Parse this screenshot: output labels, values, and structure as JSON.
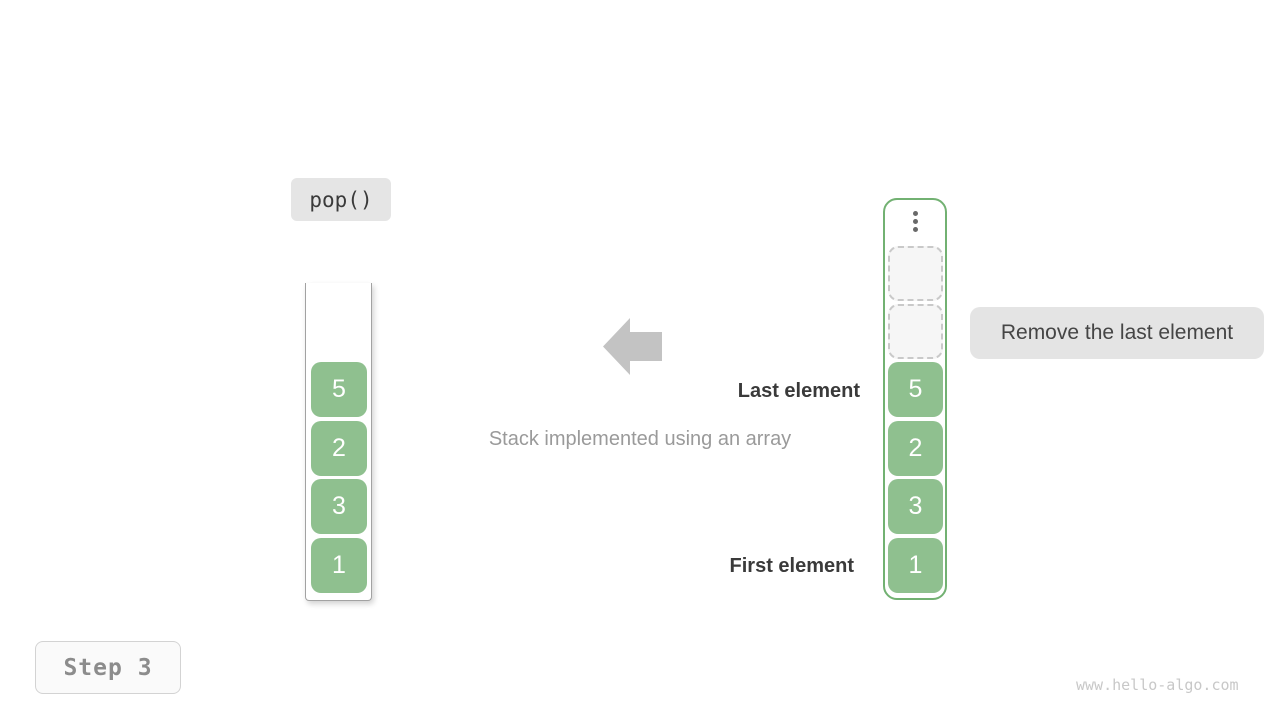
{
  "operation": {
    "label": "pop()"
  },
  "step": {
    "label": "Step 3"
  },
  "watermark": {
    "text": "www.hello-algo.com"
  },
  "stack_view": {
    "kind": "stack-container-open-top",
    "values_top_to_bottom": [
      "5",
      "2",
      "3",
      "1"
    ]
  },
  "array_view": {
    "kind": "array-container",
    "ellipsis_icon": "vertical-ellipsis",
    "empty_slots": 2,
    "values_top_to_bottom": [
      "5",
      "2",
      "3",
      "1"
    ]
  },
  "annotations": {
    "remove_label": "Remove the last element",
    "last_element_label": "Last element",
    "first_element_label": "First element",
    "caption": "Stack implemented using an array"
  },
  "colors": {
    "cell_green": "#8FC08F",
    "array_border_green": "#72B172",
    "stack_border_gray": "#A2A2A2",
    "annotation_box_bg": "#E4E4E4",
    "op_box_bg": "#E5E5E5",
    "dashed_slot_border": "#C9C9C9",
    "dashed_slot_bg": "#F6F6F6",
    "arrow_gray": "#C3C3C3",
    "dark_text": "#3A3A3A",
    "caption_text": "#9A9A9A",
    "step_text": "#8C8C8C",
    "step_border": "#D3D3D3",
    "step_bg": "#FAFAFA",
    "watermark_text": "#C8C8C8",
    "ellipsis_dot": "#696969"
  }
}
